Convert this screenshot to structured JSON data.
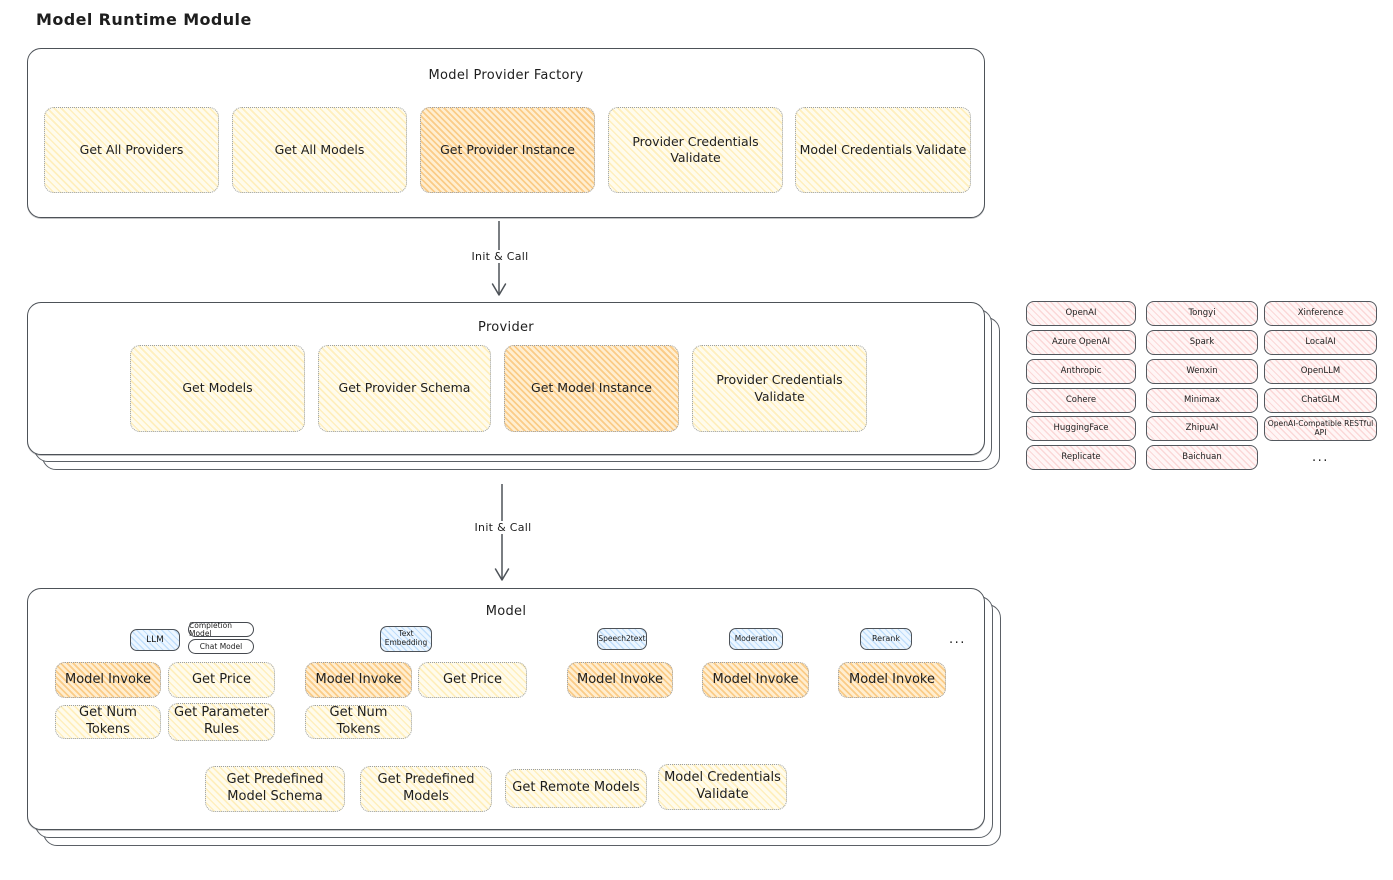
{
  "title": "Model Runtime Module",
  "colors": {
    "yellow_hatch": "#ffe18a",
    "orange_hatch": "#f7b24f",
    "pink_hatch": "#f5a9a9",
    "blue_hatch": "#82bdf5",
    "border_dark": "#4d5258"
  },
  "arrows": {
    "init_call_1": "Init & Call",
    "init_call_2": "Init & Call"
  },
  "factory": {
    "title": "Model Provider Factory",
    "methods": [
      "Get All Providers",
      "Get All Models",
      "Get Provider Instance",
      "Provider Credentials Validate",
      "Model Credentials Validate"
    ]
  },
  "provider": {
    "title": "Provider",
    "methods": [
      "Get Models",
      "Get Provider Schema",
      "Get Model Instance",
      "Provider Credentials Validate"
    ]
  },
  "providers_grid": {
    "items": [
      "OpenAI",
      "Tongyi",
      "Xinference",
      "Azure OpenAI",
      "Spark",
      "LocalAI",
      "Anthropic",
      "Wenxin",
      "OpenLLM",
      "Cohere",
      "Minimax",
      "ChatGLM",
      "HuggingFace",
      "ZhipuAI",
      "OpenAI-Compatible RESTful API",
      "Replicate",
      "Baichuan"
    ],
    "more": "..."
  },
  "model": {
    "title": "Model",
    "tags": {
      "llm": "LLM",
      "completion_model": "Completion Model",
      "chat_model": "Chat Model",
      "text_embedding": "Text Embedding",
      "speech2text": "Speech2text",
      "moderation": "Moderation",
      "rerank": "Rerank",
      "more": "..."
    },
    "methods": {
      "model_invoke": "Model Invoke",
      "get_price": "Get Price",
      "get_num_tokens": "Get Num Tokens",
      "get_parameter_rules": "Get Parameter Rules"
    },
    "bottom_methods": [
      "Get Predefined Model Schema",
      "Get Predefined Models",
      "Get Remote Models",
      "Model Credentials Validate"
    ]
  }
}
